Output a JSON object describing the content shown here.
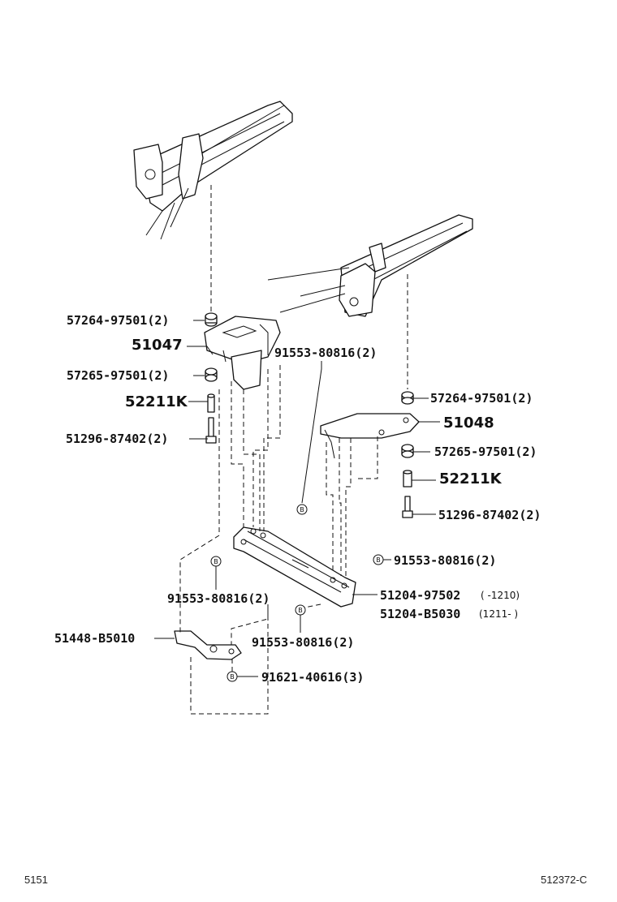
{
  "labels": {
    "p57264_top_left": "57264-97501(2)",
    "p51047": "51047",
    "p91553_upper": "91553-80816(2)",
    "p57265_left": "57265-97501(2)",
    "p52211k_left": "52211K",
    "p51296_left": "51296-87402(2)",
    "p57264_right": "57264-97501(2)",
    "p51048": "51048",
    "p57265_right": "57265-97501(2)",
    "p52211k_right": "52211K",
    "p51296_right": "51296-87402(2)",
    "p91553_right": "91553-80816(2)",
    "p51204_a": "51204-97502",
    "p51204_a_range": "(    -1210)",
    "p51204_b": "51204-B5030",
    "p51204_b_range": "(1211-    )",
    "p91553_left": "91553-80816(2)",
    "p51448": "51448-B5010",
    "p91553_bottom": "91553-80816(2)",
    "p91621": "91621-40616(3)"
  },
  "bolt_marker": "B",
  "footer": {
    "left_code": "5151",
    "right_code": "512372-C"
  }
}
